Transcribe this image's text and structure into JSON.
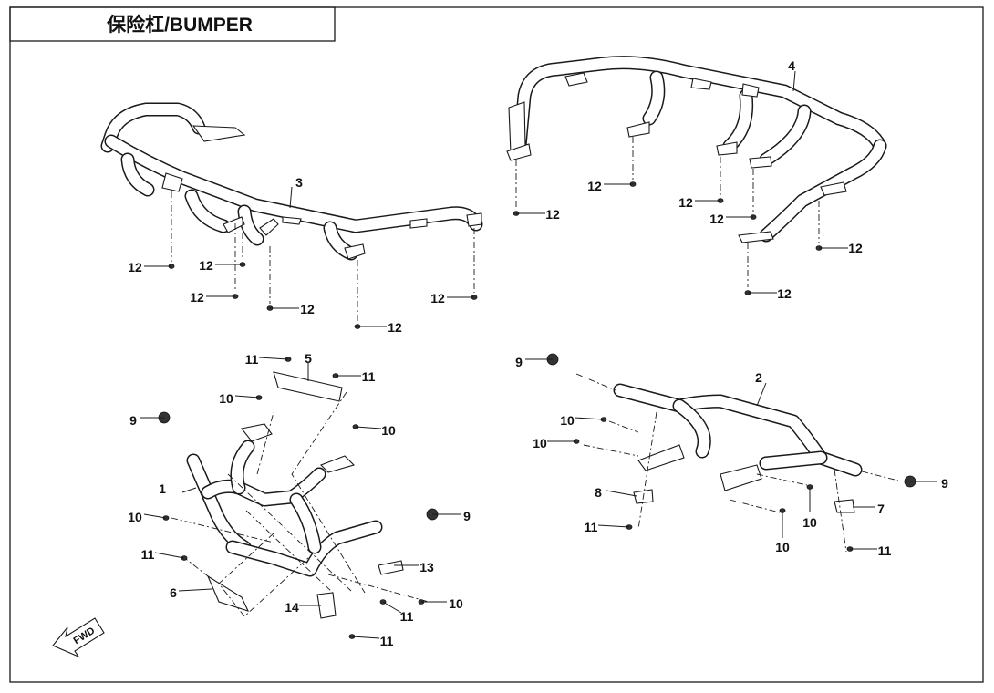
{
  "title": "保险杠/BUMPER",
  "callouts": {
    "p1": "1",
    "p2": "2",
    "p3": "3",
    "p4": "4",
    "p5": "5",
    "p6": "6",
    "p7": "7",
    "p8": "8",
    "p13": "13",
    "p14": "14",
    "n9a": "9",
    "n9b": "9",
    "n9c": "9",
    "n9d": "9",
    "n10a": "10",
    "n10b": "10",
    "n10c": "10",
    "n10d": "10",
    "n10e": "10",
    "n10f": "10",
    "n10g": "10",
    "n10h": "10",
    "n11a": "11",
    "n11b": "11",
    "n11c": "11",
    "n11d": "11",
    "n11e": "11",
    "n11f": "11",
    "n11g": "11",
    "n12a": "12",
    "n12b": "12",
    "n12c": "12",
    "n12d": "12",
    "n12e": "12",
    "n12f": "12",
    "n12g": "12",
    "n12h": "12",
    "n12i": "12",
    "n12j": "12",
    "n12k": "12",
    "n12l": "12"
  },
  "fwd_label": "FWD",
  "colors": {
    "line": "#1a1a1a",
    "background": "#ffffff"
  }
}
